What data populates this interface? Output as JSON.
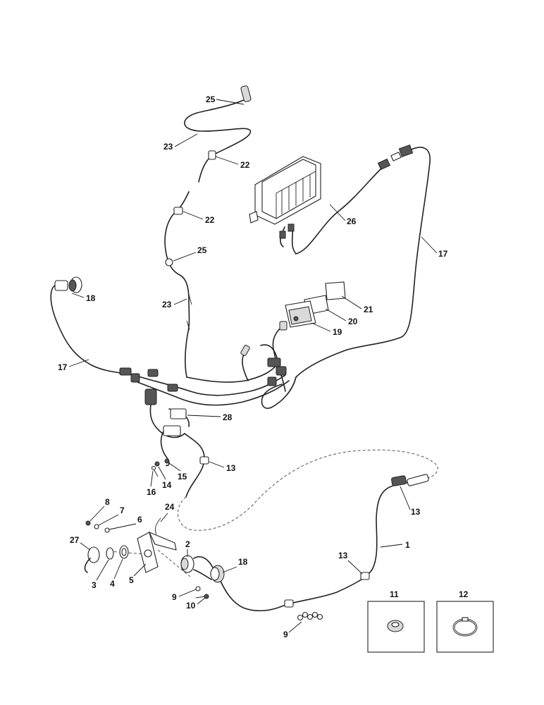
{
  "callouts": [
    {
      "id": "c25a",
      "text": "25"
    },
    {
      "id": "c23a",
      "text": "23"
    },
    {
      "id": "c22a",
      "text": "22"
    },
    {
      "id": "c22b",
      "text": "22"
    },
    {
      "id": "c26",
      "text": "26"
    },
    {
      "id": "c17a",
      "text": "17"
    },
    {
      "id": "c25b",
      "text": "25"
    },
    {
      "id": "c18a",
      "text": "18"
    },
    {
      "id": "c23b",
      "text": "23"
    },
    {
      "id": "c21",
      "text": "21"
    },
    {
      "id": "c20",
      "text": "20"
    },
    {
      "id": "c19",
      "text": "19"
    },
    {
      "id": "c17b",
      "text": "17"
    },
    {
      "id": "c28",
      "text": "28"
    },
    {
      "id": "c13a",
      "text": "13"
    },
    {
      "id": "c16",
      "text": "16"
    },
    {
      "id": "c14",
      "text": "14"
    },
    {
      "id": "c15",
      "text": "15"
    },
    {
      "id": "c13b",
      "text": "13"
    },
    {
      "id": "c8",
      "text": "8"
    },
    {
      "id": "c7",
      "text": "7"
    },
    {
      "id": "c6",
      "text": "6"
    },
    {
      "id": "c24",
      "text": "24"
    },
    {
      "id": "c1",
      "text": "1"
    },
    {
      "id": "c27",
      "text": "27"
    },
    {
      "id": "c2",
      "text": "2"
    },
    {
      "id": "c13c",
      "text": "13"
    },
    {
      "id": "c18b",
      "text": "18"
    },
    {
      "id": "c3",
      "text": "3"
    },
    {
      "id": "c4",
      "text": "4"
    },
    {
      "id": "c5",
      "text": "5"
    },
    {
      "id": "c9a",
      "text": "9"
    },
    {
      "id": "c10",
      "text": "10"
    },
    {
      "id": "c11",
      "text": "11"
    },
    {
      "id": "c12",
      "text": "12"
    },
    {
      "id": "c9b",
      "text": "9"
    }
  ]
}
